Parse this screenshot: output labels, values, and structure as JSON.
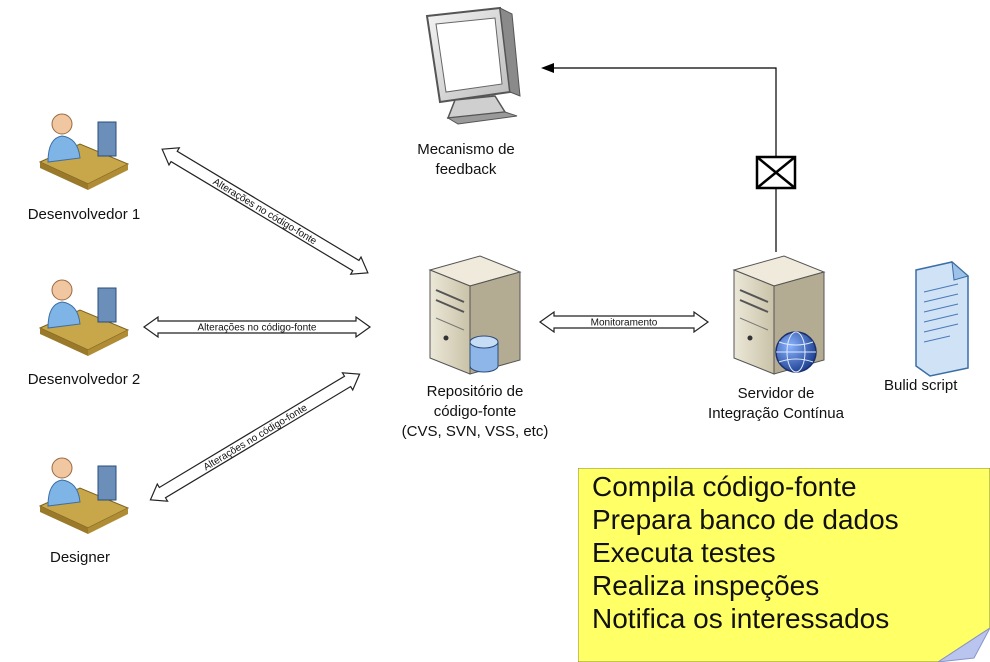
{
  "nodes": {
    "feedback": "Mecanismo de\nfeedback",
    "dev1": "Desenvolvedor 1",
    "dev2": "Desenvolvedor 2",
    "designer": "Designer",
    "repo": "Repositório de\ncódigo-fonte\n(CVS, SVN, VSS, etc)",
    "ci_server": "Servidor de\nIntegração Contínua",
    "build_script": "Bulid script"
  },
  "edges": {
    "dev1_repo": "Alterações no código-fonte",
    "dev2_repo": "Alterações no código-fonte",
    "designer_repo": "Alterações no código-fonte",
    "monitoring": "Monitoramento"
  },
  "note": {
    "lines": [
      "Compila código-fonte",
      "Prepara banco de dados",
      "Executa testes",
      "Realiza inspeções",
      "Notifica os interessados"
    ],
    "color": "#ffff66"
  },
  "colors": {
    "person_shirt": "#7fb4e6",
    "desk": "#c8a64a",
    "server_body": "#d8d3c0",
    "server_side": "#a79f86",
    "globe": "#2e5fb8",
    "database": "#8fb6e8",
    "document": "#cfe2f6"
  }
}
